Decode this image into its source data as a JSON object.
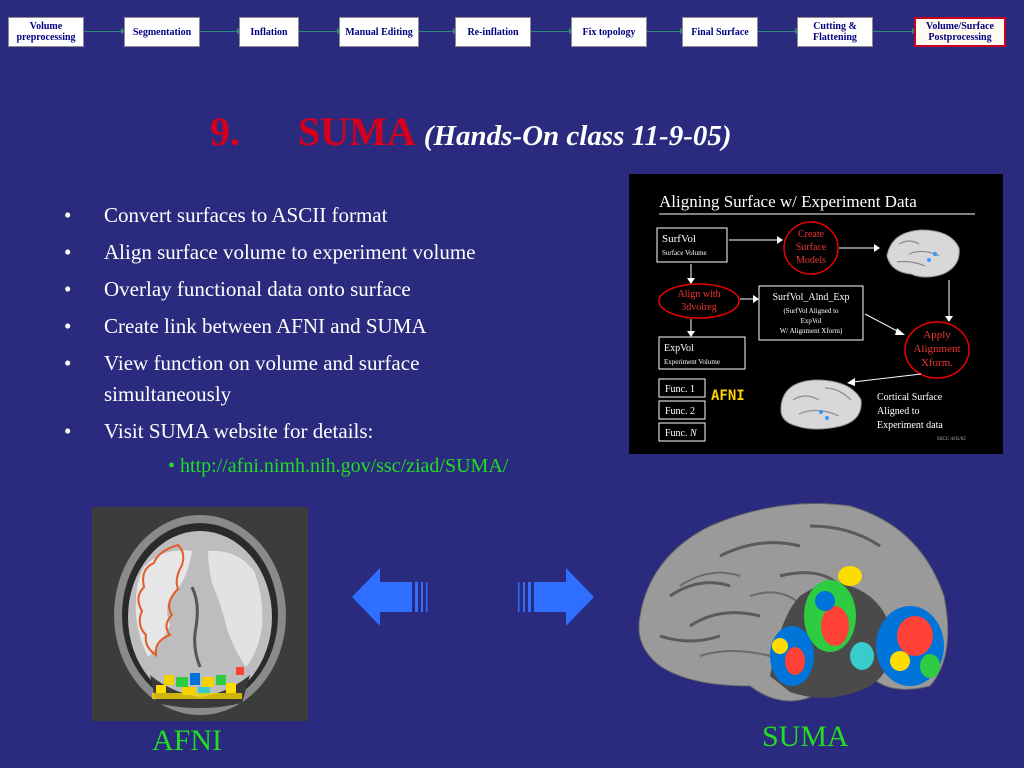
{
  "pipeline": {
    "steps": [
      "Volume preprocessing",
      "Segmentation",
      "Inflation",
      "Manual Editing",
      "Re-inflation",
      "Fix topology",
      "Final Surface",
      "Cutting & Flattening",
      "Volume/Surface Postprocessing"
    ],
    "active_step": "Volume/Surface Postprocessing"
  },
  "title": {
    "number": "9.",
    "main": "SUMA",
    "subtitle": "(Hands-On class 11-9-05)"
  },
  "bullets": [
    "Convert surfaces to ASCII format",
    "Align surface volume to experiment volume",
    "Overlay functional data onto surface",
    "Create link between AFNI and SUMA",
    "View function on volume and surface simultaneously",
    "Visit SUMA website for details:"
  ],
  "bullet_symbol": "•",
  "sub_bullet": "http://afni.nimh.nih.gov/ssc/ziad/SUMA/",
  "diagram": {
    "title": "Aligning Surface w/ Experiment Data",
    "surfvol_label": "SurfVol",
    "surfvol_sub": "Surface Volume",
    "create_line1": "Create",
    "create_line2": "Surface",
    "create_line3": "Models",
    "align_line1": "Align with",
    "align_line2": "3dvolreg",
    "alnd_label": "SurfVol_Alnd_Exp",
    "alnd_sub1": "(SurfVol Aligned to",
    "alnd_sub2": "ExpVol",
    "alnd_sub3": "W/ Alignment Xform)",
    "expvol_label": "ExpVol",
    "expvol_sub": "Experiment Volume",
    "apply_line1": "Apply",
    "apply_line2": "Alignment",
    "apply_line3": "Xform.",
    "func1": "Func. 1",
    "func2": "Func. 2",
    "funcn_prefix": "Func.",
    "funcn_suffix": "N",
    "afni_label": "AFNI",
    "cortical_line1": "Cortical Surface",
    "cortical_line2": "Aligned to",
    "cortical_line3": "Experiment data",
    "credit": "SSCC 4/05/02"
  },
  "captions": {
    "afni": "AFNI",
    "suma": "SUMA"
  },
  "colors": {
    "background": "#2a2a7e",
    "title_red": "#d6001c",
    "link_green": "#22dd22",
    "arrow_blue": "#2f6fff",
    "pipeline_text": "#000080"
  }
}
